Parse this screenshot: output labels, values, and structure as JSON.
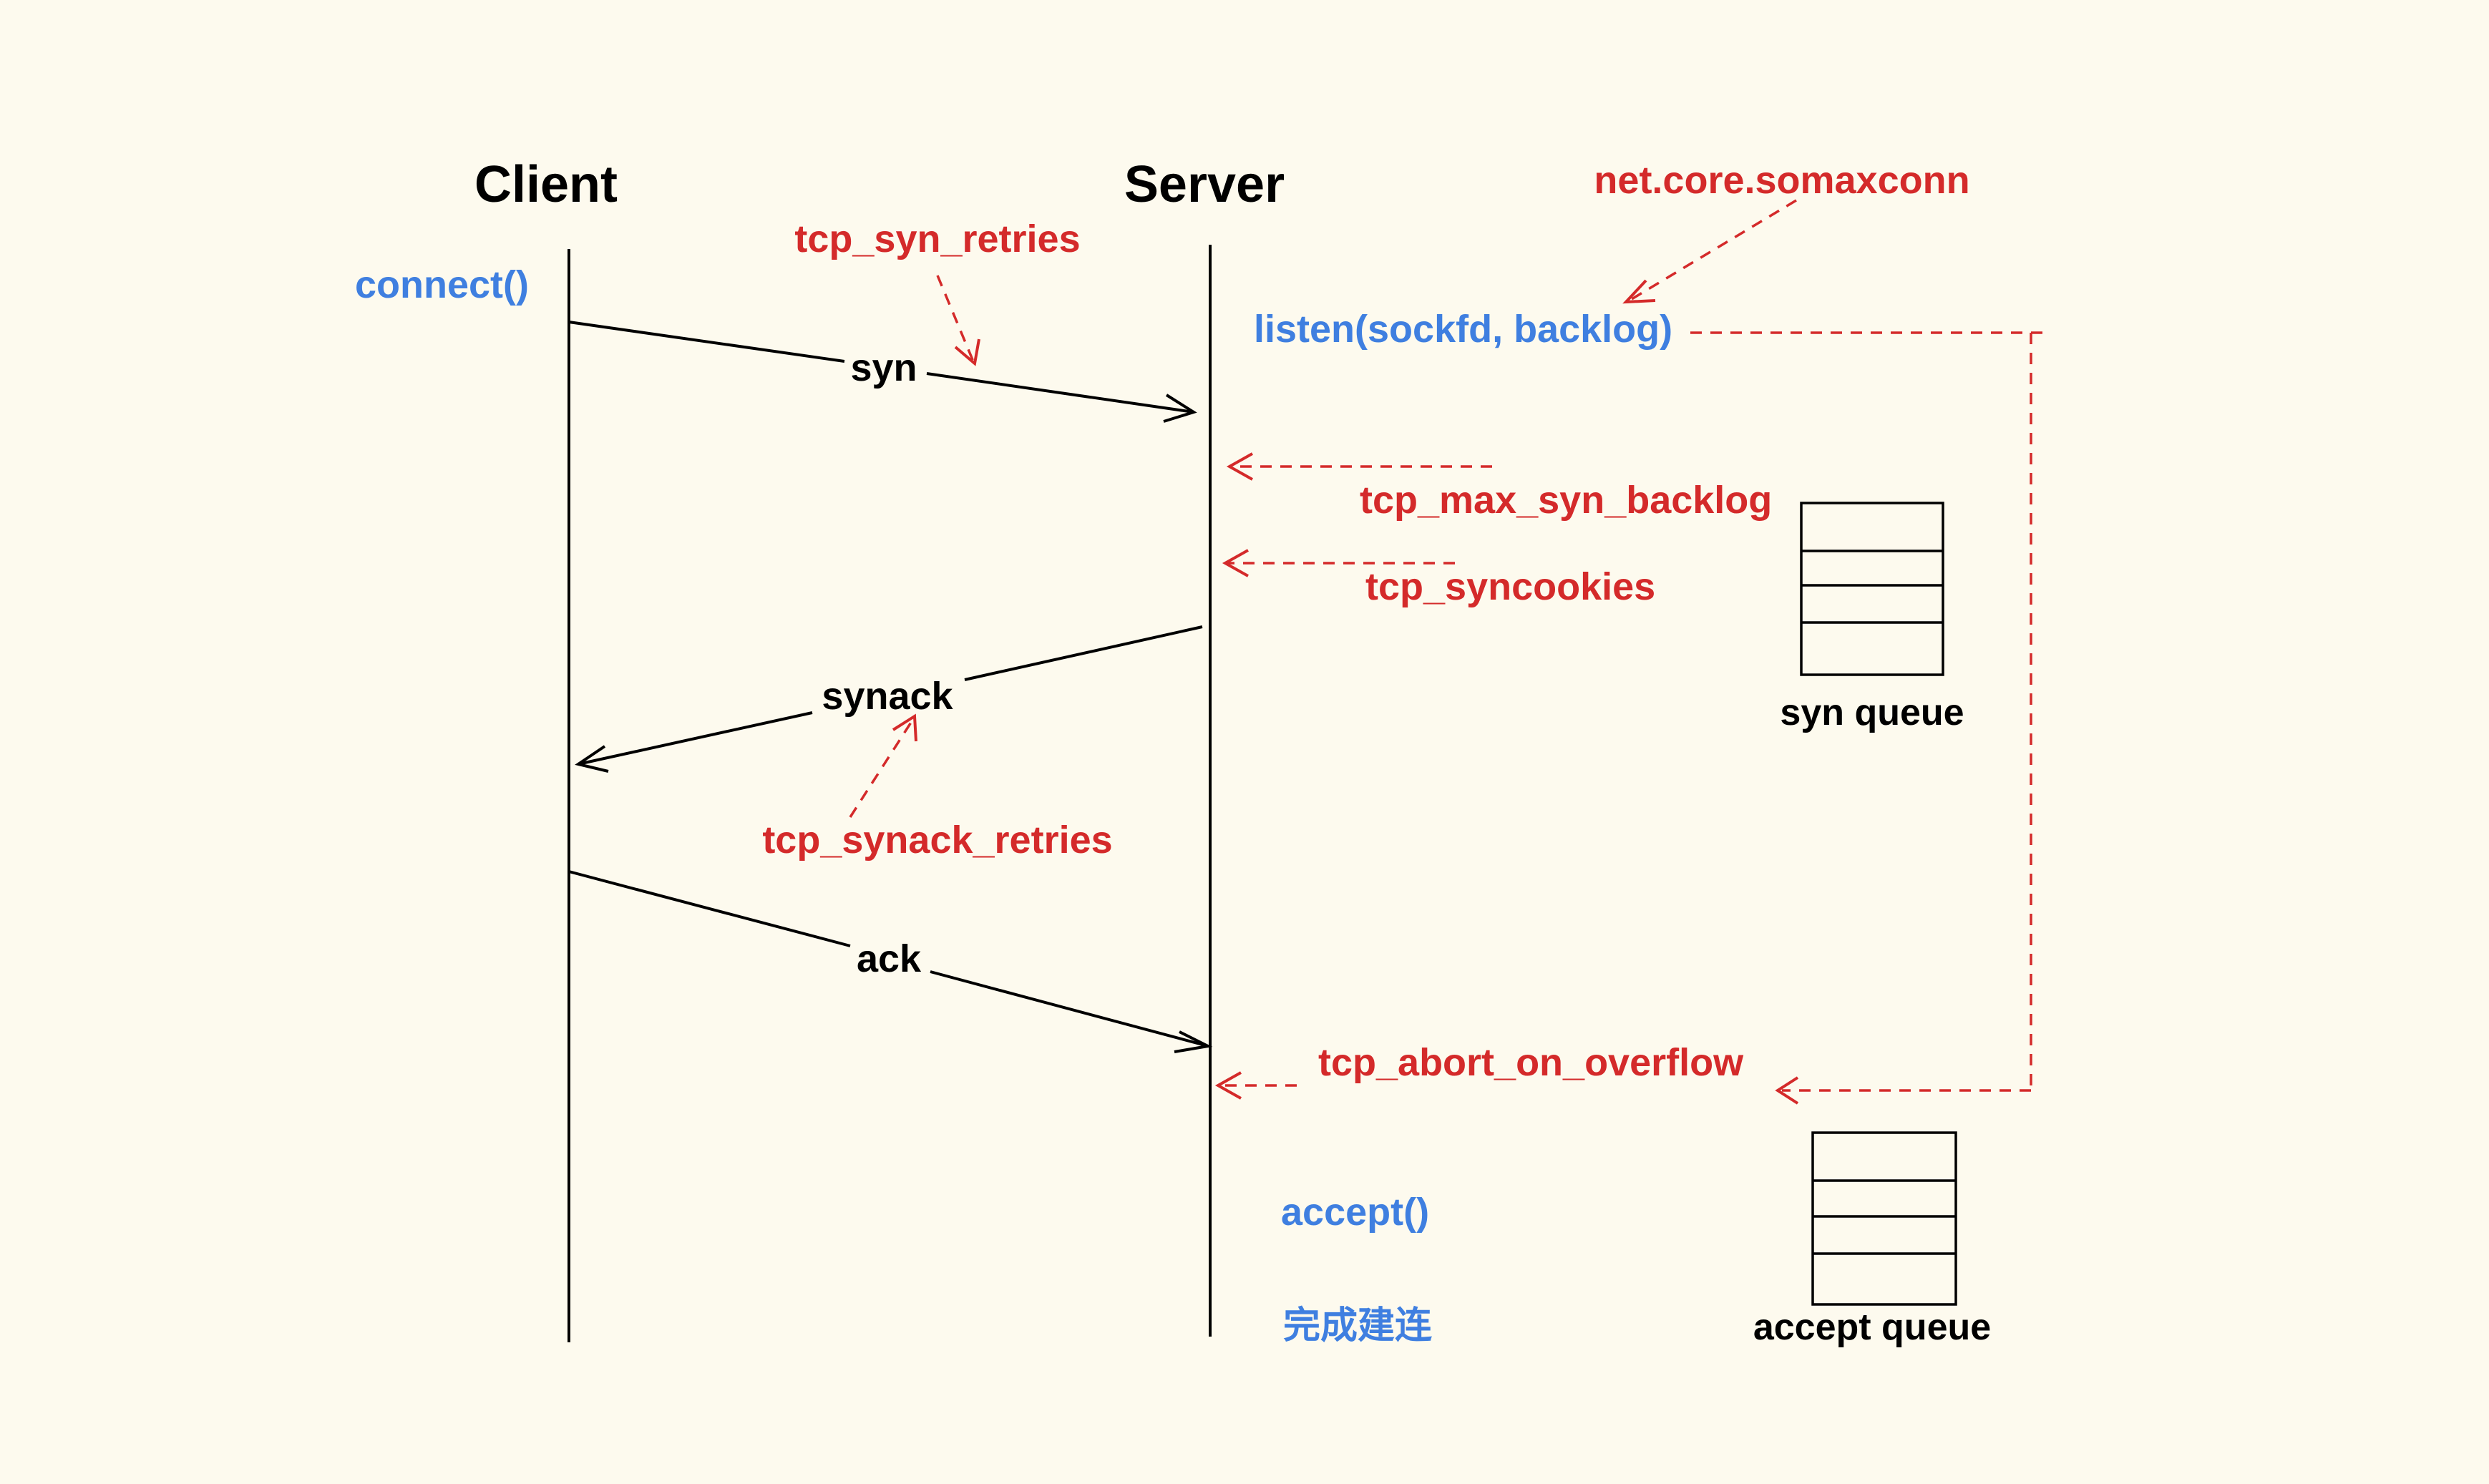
{
  "headers": {
    "client": "Client",
    "server": "Server"
  },
  "messages": {
    "syn": "syn",
    "synack": "synack",
    "ack": "ack"
  },
  "calls": {
    "connect": "connect()",
    "listen": "listen(sockfd, backlog)",
    "accept": "accept()",
    "established": "完成建连"
  },
  "params": {
    "somaxconn": "net.core.somaxconn",
    "syn_retries": "tcp_syn_retries",
    "max_syn_backlog": "tcp_max_syn_backlog",
    "syncookies": "tcp_syncookies",
    "synack_retries": "tcp_synack_retries",
    "abort_on_overflow": "tcp_abort_on_overflow"
  },
  "queues": {
    "syn_queue": "syn queue",
    "accept_queue": "accept queue"
  },
  "colors": {
    "background": "#fdfaee",
    "api_blue": "#3f7fe0",
    "param_red": "#d42a2a",
    "line_black": "#000000"
  }
}
